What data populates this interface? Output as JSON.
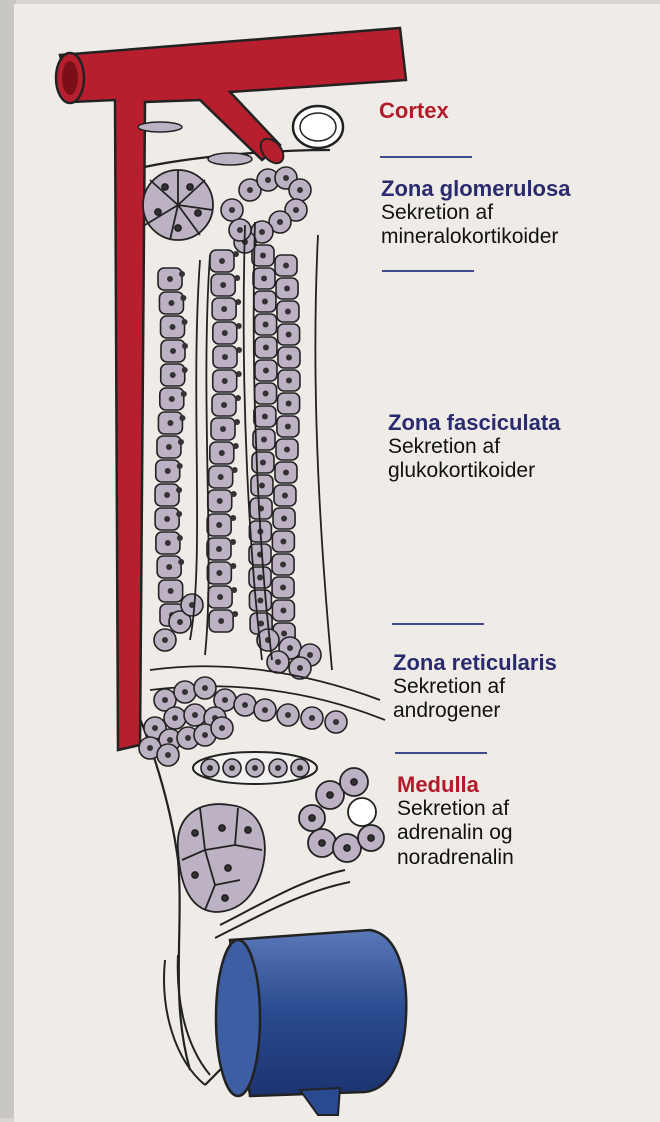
{
  "colors": {
    "artery": "#b81f2e",
    "vein": "#2a4a8f",
    "cell_fill": "#bdb2c4",
    "red_title": "#b31b2b",
    "navy_title": "#2a2a6e"
  },
  "labels": {
    "cortex": "Cortex",
    "glomerulosa": {
      "title": "Zona glomerulosa",
      "line1": "Sekretion af",
      "line2": "mineralokortikoider"
    },
    "fasciculata": {
      "title": "Zona fasciculata",
      "line1": "Sekretion af",
      "line2": "glukokortikoider"
    },
    "reticularis": {
      "title": "Zona reticularis",
      "line1": "Sekretion af",
      "line2": "androgener"
    },
    "medulla": {
      "title": "Medulla",
      "line1": "Sekretion af",
      "line2": "adrenalin og",
      "line3": "noradrenalin"
    }
  }
}
